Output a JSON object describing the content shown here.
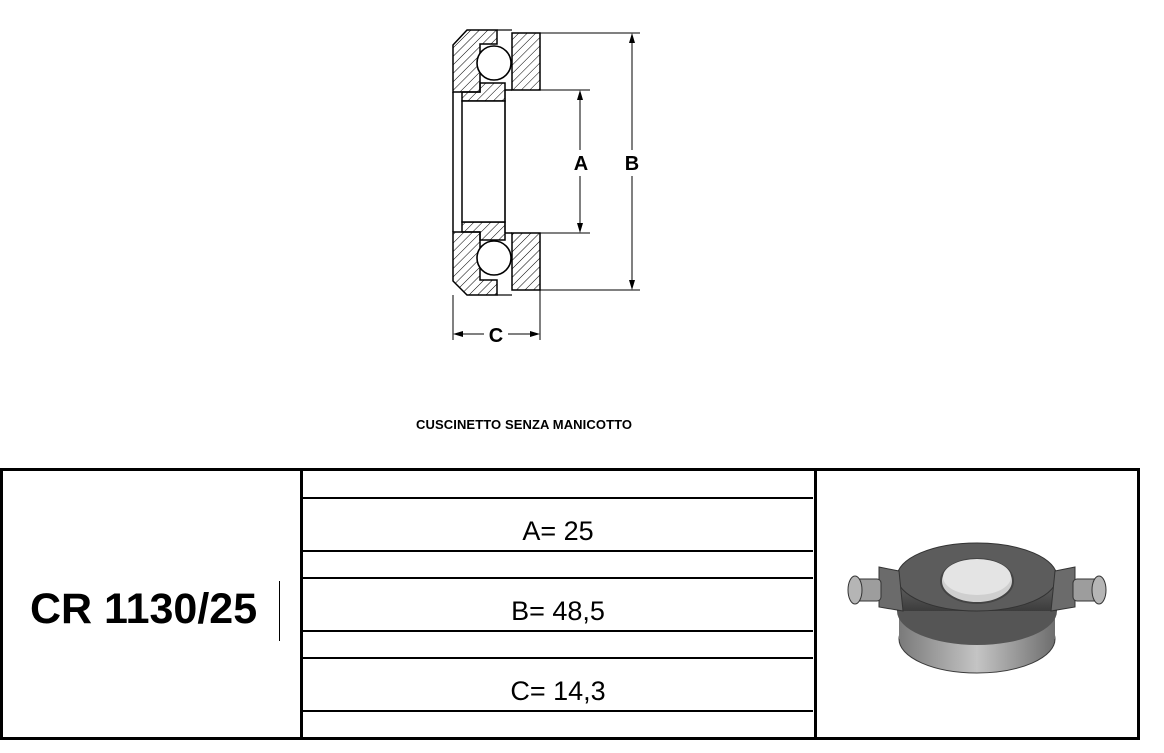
{
  "drawing": {
    "label_a": "A",
    "label_b": "B",
    "label_c": "C",
    "caption": "CUSCINETTO SENZA MANICOTTO"
  },
  "table": {
    "code": "CR 1130/25",
    "dimensions": [
      "A= 25",
      "B= 48,5",
      "C= 14,3"
    ]
  },
  "photo": {
    "subject": "clutch release bearing photo",
    "colors": {
      "body": "#4f4f4f",
      "ring": "#9a9a9a",
      "bore": "#d8d8d8"
    }
  }
}
